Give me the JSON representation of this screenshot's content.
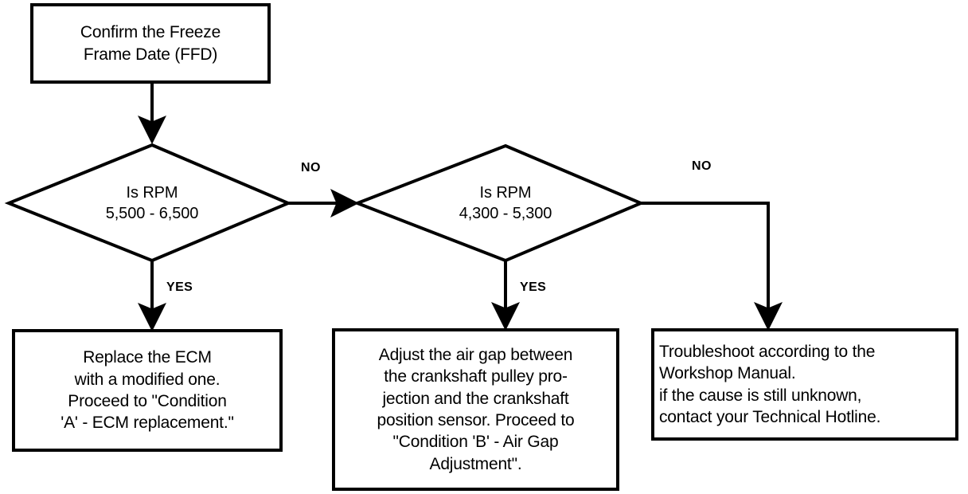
{
  "diagram": {
    "title": "Freeze Frame Date RPM diagnostic flowchart",
    "stroke_color": "#000000",
    "background_color": "#ffffff",
    "nodes": [
      {
        "id": "start",
        "shape": "rectangle",
        "lines": [
          "Confirm the Freeze",
          "Frame Date (FFD)"
        ]
      },
      {
        "id": "decision-rpm-high",
        "shape": "diamond",
        "lines": [
          "Is RPM",
          "5,500 - 6,500"
        ]
      },
      {
        "id": "decision-rpm-mid",
        "shape": "diamond",
        "lines": [
          "Is RPM",
          "4,300 - 5,300"
        ]
      },
      {
        "id": "action-replace-ecm",
        "shape": "rectangle",
        "lines": [
          "Replace the ECM",
          "with a modified one.",
          "Proceed to \"Condition",
          "'A' - ECM replacement.\""
        ]
      },
      {
        "id": "action-air-gap",
        "shape": "rectangle",
        "lines": [
          "Adjust the air gap between",
          "the crankshaft pulley pro-",
          "jection and the crankshaft",
          "position sensor. Proceed to",
          "\"Condition 'B' - Air Gap",
          "Adjustment\"."
        ]
      },
      {
        "id": "action-troubleshoot",
        "shape": "rectangle",
        "lines": [
          "Troubleshoot according to the",
          "Workshop Manual.",
          "if the cause is still unknown,",
          "contact your Technical Hotline."
        ]
      }
    ],
    "edges": [
      {
        "id": "start-to-decision1",
        "label": "",
        "from": "start",
        "to": "decision-rpm-high"
      },
      {
        "id": "decision1-no",
        "label": "NO",
        "from": "decision-rpm-high",
        "to": "decision-rpm-mid"
      },
      {
        "id": "decision1-yes",
        "label": "YES",
        "from": "decision-rpm-high",
        "to": "action-replace-ecm"
      },
      {
        "id": "decision2-yes",
        "label": "YES",
        "from": "decision-rpm-mid",
        "to": "action-air-gap"
      },
      {
        "id": "decision2-no",
        "label": "NO",
        "from": "decision-rpm-mid",
        "to": "action-troubleshoot"
      }
    ]
  }
}
